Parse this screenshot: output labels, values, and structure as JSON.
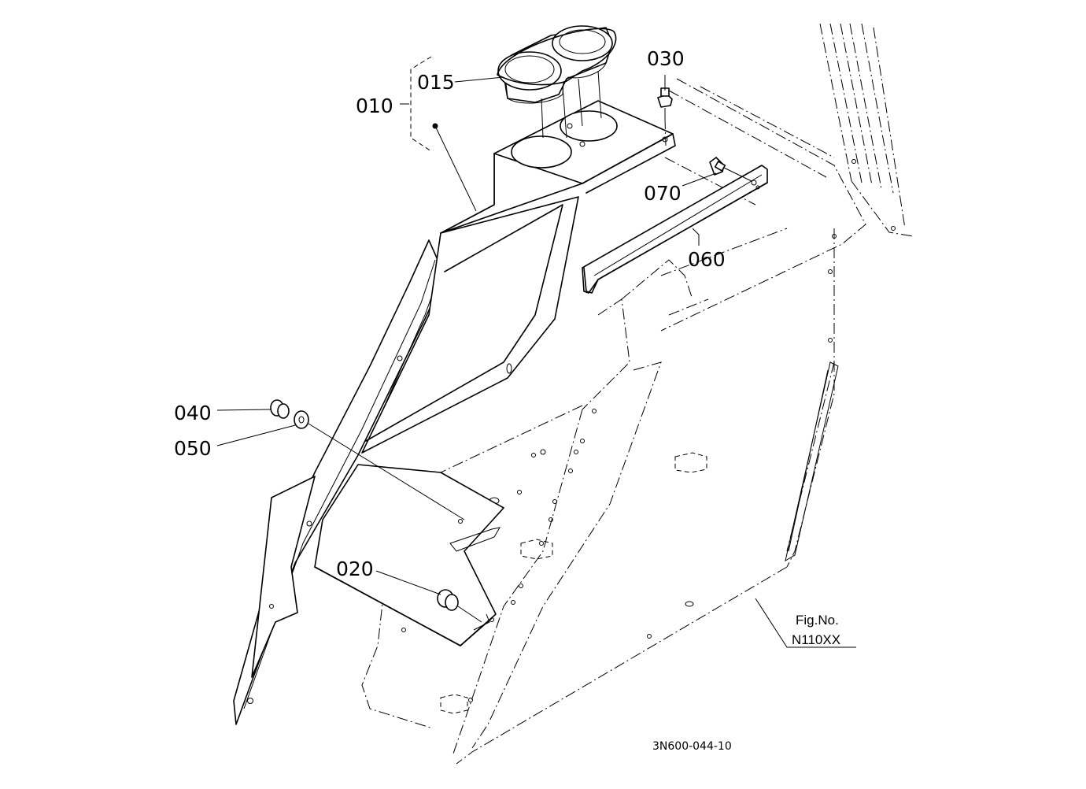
{
  "callouts": {
    "p010": "010",
    "p015": "015",
    "p020": "020",
    "p030": "030",
    "p040": "040",
    "p050": "050",
    "p060": "060",
    "p070": "070"
  },
  "figure": {
    "line1": "Fig.No.",
    "line2": "N110XX"
  },
  "drawing_code": "3N600-044-10"
}
